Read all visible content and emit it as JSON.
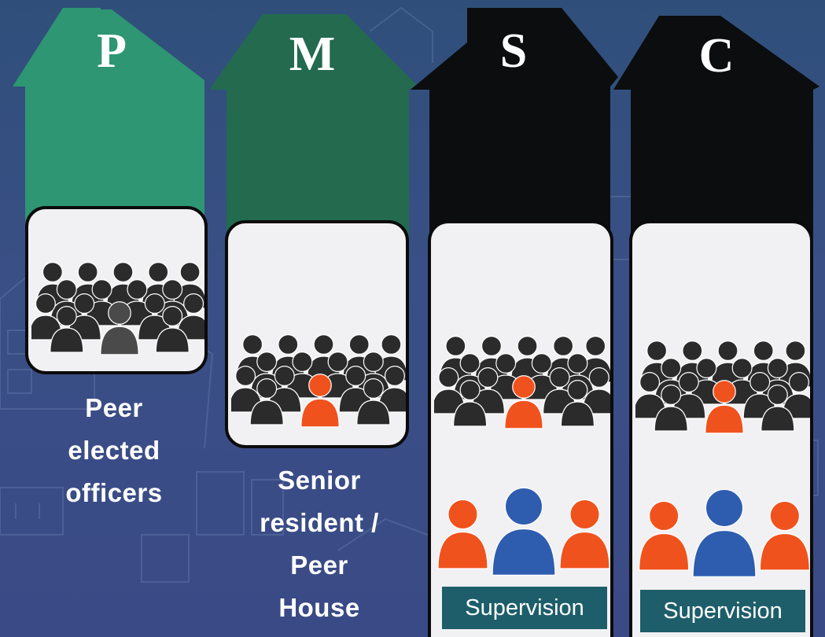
{
  "columns": [
    {
      "letter": "P",
      "roof_color": "#2e9672",
      "caption_lines": [
        "Peer",
        "elected",
        "officers"
      ],
      "leader": "gray"
    },
    {
      "letter": "M",
      "roof_color": "#236a4f",
      "caption_lines": [
        "Senior",
        "resident /",
        "Peer",
        "House"
      ],
      "leader": "orange"
    },
    {
      "letter": "S",
      "roof_color": "#0c0d0f",
      "caption_lines": [],
      "leader": "orange",
      "supervision_label": "Supervision"
    },
    {
      "letter": "C",
      "roof_color": "#0c0d0f",
      "caption_lines": [],
      "leader": "orange",
      "supervision_label": "Supervision"
    }
  ],
  "colors": {
    "panel_fill": "#f1f1f4",
    "panel_border": "#0b0b0b",
    "supervision_bg": "#1d5e6a",
    "crowd_person": "#2b2b2b",
    "leader_orange": "#f0521d",
    "supervisor_blue": "#2e5db0"
  },
  "icons": [
    "house-icon",
    "crowd-icon",
    "supervisor-group-icon"
  ]
}
